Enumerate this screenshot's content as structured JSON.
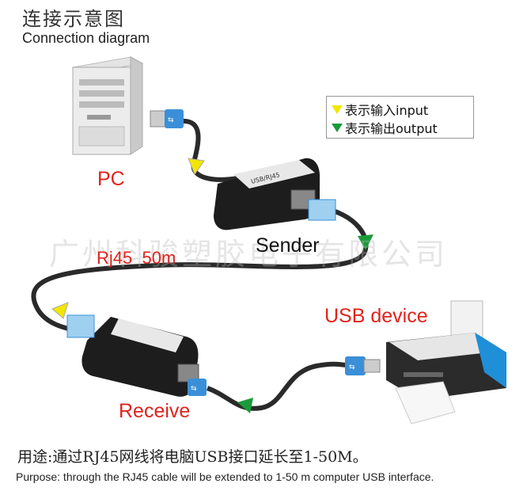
{
  "title": {
    "cn": "连接示意图",
    "en": "Connection diagram"
  },
  "legend": {
    "input": {
      "text": "表示输入input",
      "color": "#f2e600"
    },
    "output": {
      "text": "表示输出output",
      "color": "#1a9a3a"
    }
  },
  "labels": {
    "pc": "PC",
    "sender": "Sender",
    "cable": "Rj45  50m",
    "usb_device": "USB device",
    "receive": "Receive"
  },
  "device_text": {
    "extender_top": "USB/RJ45"
  },
  "watermark": "广州科骏塑胶电子有限公司",
  "purpose": {
    "cn": "用途:通过RJ45网线将电脑USB接口延长至1-50M。",
    "en": "Purpose: through the RJ45 cable will be extended to 1-50 m computer USB interface."
  },
  "colors": {
    "red": "#e0231d",
    "usb_blue": "#3a8fd8",
    "cable": "#2a2a2a"
  }
}
